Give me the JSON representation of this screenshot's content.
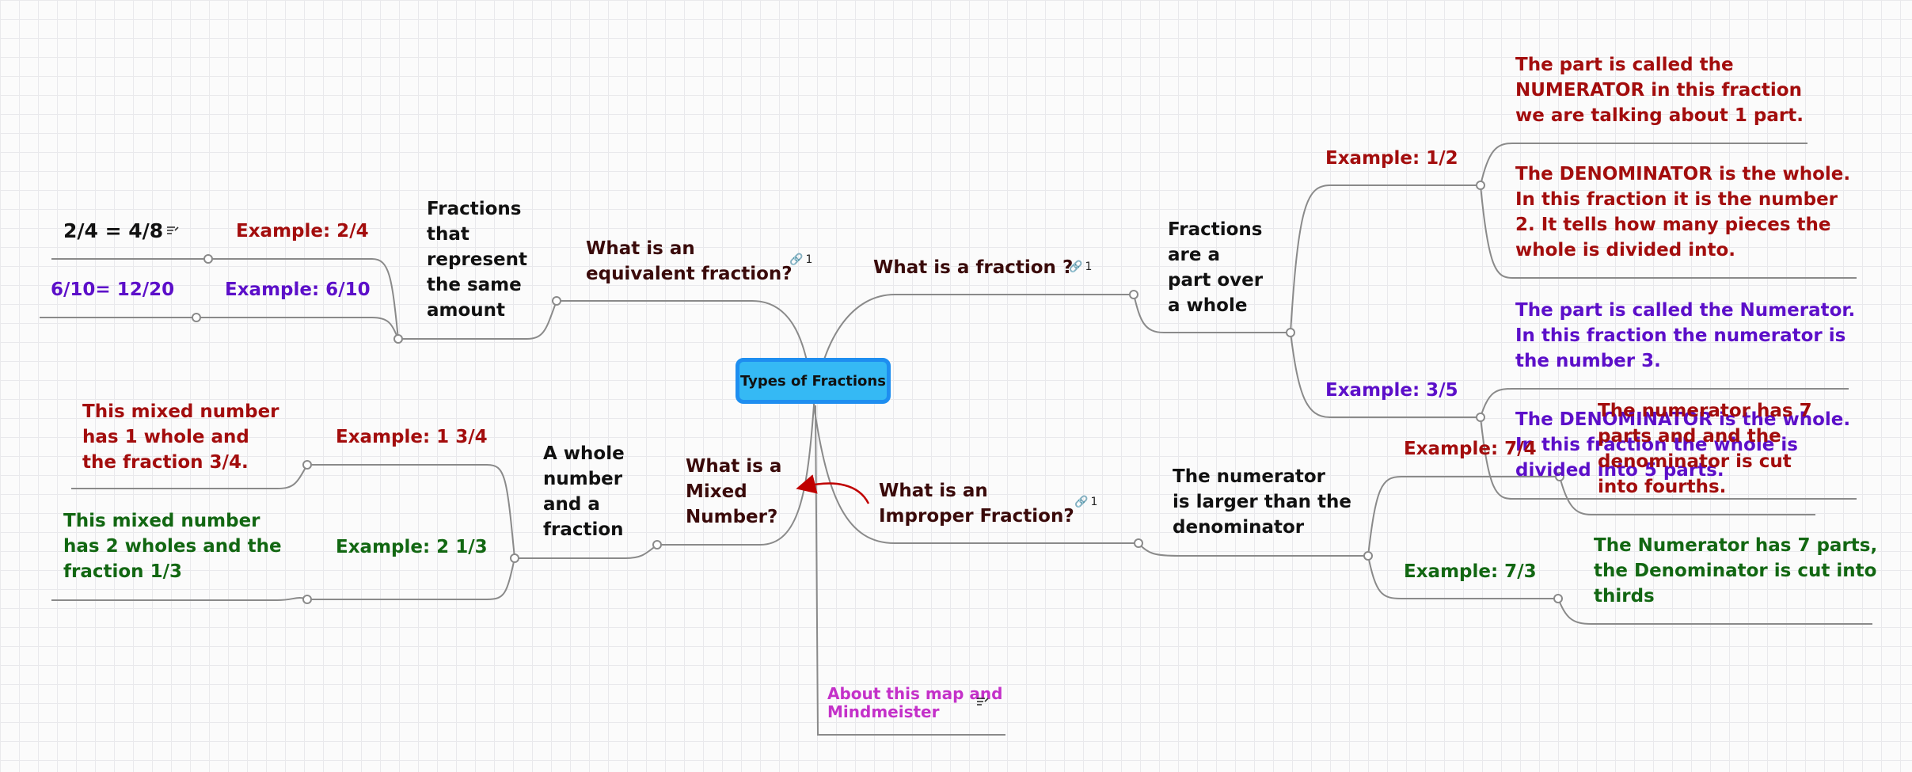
{
  "colors": {
    "line": "#8a8a8a",
    "root_fill": "#35b9f4",
    "root_border": "#1e8ef0",
    "dark": "#111111",
    "dark_red": "#3a0a0a",
    "red": "#a30d0d",
    "purple": "#5c0fc9",
    "green": "#126712",
    "magenta": "#c431c9",
    "arrow": "#c00000"
  },
  "root": {
    "label": "Types of Fractions"
  },
  "right": {
    "what_fraction": {
      "label": "What is a fraction ?",
      "link_count": "1"
    },
    "part_over_whole": {
      "label": "Fractions\nare a\npart over\na whole"
    },
    "example_half": {
      "label": "Example: 1/2"
    },
    "half_numerator": {
      "label": "The part is called the\nNUMERATOR in this fraction\nwe are talking about 1 part."
    },
    "half_denominator": {
      "label": "The DENOMINATOR is the whole.\nIn this fraction it is the number\n2. It tells how many pieces the\nwhole is divided into."
    },
    "example_three_fifths": {
      "label": "Example: 3/5"
    },
    "fifths_numerator": {
      "label": "The part is called the Numerator.\nIn this fraction the numerator is\nthe number 3."
    },
    "fifths_denominator": {
      "label": "The DENOMINATOR is the whole.\nIn this fraction the whole is\ndivided into 5 parts."
    },
    "what_improper": {
      "label": "What is an\nImproper Fraction?",
      "link_count": "1"
    },
    "numerator_larger": {
      "label": "The numerator\nis larger than the\ndenominator"
    },
    "example_seven_fourths": {
      "label": "Example:  7/4"
    },
    "fourths_note": {
      "label": "The numerator has 7\nparts and and the\ndenominator is cut\ninto fourths."
    },
    "example_seven_thirds": {
      "label": "Example: 7/3"
    },
    "thirds_note": {
      "label": "The Numerator has 7 parts,\nthe Denominator is cut into\nthirds"
    }
  },
  "left": {
    "what_equivalent": {
      "label": "What is an\nequivalent fraction?",
      "link_count": "1"
    },
    "same_amount": {
      "label": "Fractions\nthat\nrepresent\nthe same\namount"
    },
    "example_two_fourths": {
      "label": "Example: 2/4"
    },
    "equation_a": {
      "label": "2/4 = 4/8"
    },
    "example_six_tenths": {
      "label": "Example: 6/10"
    },
    "equation_b": {
      "label": "6/10= 12/20"
    },
    "what_mixed": {
      "label": "What is a\nMixed\nNumber?"
    },
    "whole_and_fraction": {
      "label": "A whole\nnumber\nand a\nfraction"
    },
    "example_one_three_fourths": {
      "label": "Example: 1 3/4"
    },
    "mixed_note_a": {
      "label": "This mixed number\nhas 1 whole and\nthe fraction 3/4."
    },
    "example_two_one_third": {
      "label": "Example: 2 1/3"
    },
    "mixed_note_b": {
      "label": "This mixed number\nhas 2 wholes and the\nfraction 1/3"
    }
  },
  "bottom": {
    "about": {
      "label": "About this map and\nMindmeister"
    }
  }
}
